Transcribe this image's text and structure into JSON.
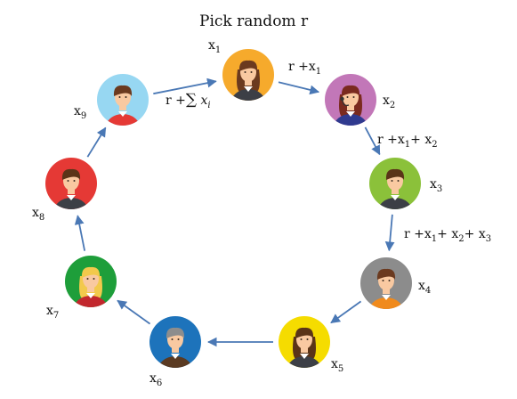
{
  "title": "Pick random r",
  "var_name": "x",
  "participants": [
    {
      "sub": "1",
      "bg": "#f6aa2c",
      "hair": "#6b3a1f",
      "shirt": "#3c3f46",
      "long_hair": true,
      "headset": false
    },
    {
      "sub": "2",
      "bg": "#c277b8",
      "hair": "#7a2a1f",
      "shirt": "#2f3a8f",
      "long_hair": true,
      "headset": true
    },
    {
      "sub": "3",
      "bg": "#8bc13a",
      "hair": "#5a3418",
      "shirt": "#3c3f46",
      "long_hair": false,
      "headset": false
    },
    {
      "sub": "4",
      "bg": "#8c8c8c",
      "hair": "#6b3a1f",
      "shirt": "#f08a1c",
      "long_hair": false,
      "headset": false
    },
    {
      "sub": "5",
      "bg": "#f5dc00",
      "hair": "#5a3418",
      "shirt": "#3c3f46",
      "long_hair": true,
      "headset": false
    },
    {
      "sub": "6",
      "bg": "#1d73bb",
      "hair": "#8d8d8d",
      "shirt": "#5a3a22",
      "long_hair": false,
      "headset": false
    },
    {
      "sub": "7",
      "bg": "#1e9e3a",
      "hair": "#f2c94c",
      "shirt": "#c2272d",
      "long_hair": true,
      "headset": false
    },
    {
      "sub": "8",
      "bg": "#e53935",
      "hair": "#5a3418",
      "shirt": "#3c3f46",
      "long_hair": false,
      "headset": false
    },
    {
      "sub": "9",
      "bg": "#97d7f2",
      "hair": "#6b3a1f",
      "shirt": "#e53935",
      "long_hair": false,
      "headset": false
    }
  ],
  "edges": {
    "e12": {
      "prefix": "r +",
      "terms": [
        "1"
      ]
    },
    "e23": {
      "prefix": "r +",
      "terms": [
        "1",
        "2"
      ]
    },
    "e34": {
      "prefix": "r +",
      "terms": [
        "1",
        "2",
        "3"
      ]
    },
    "e91": {
      "prefix": "r +",
      "sum_symbol": "∑",
      "sum_var": "x",
      "sum_index": "i"
    }
  },
  "colors": {
    "arrow": "#4a78b5",
    "skin": "#f9c9a1"
  }
}
